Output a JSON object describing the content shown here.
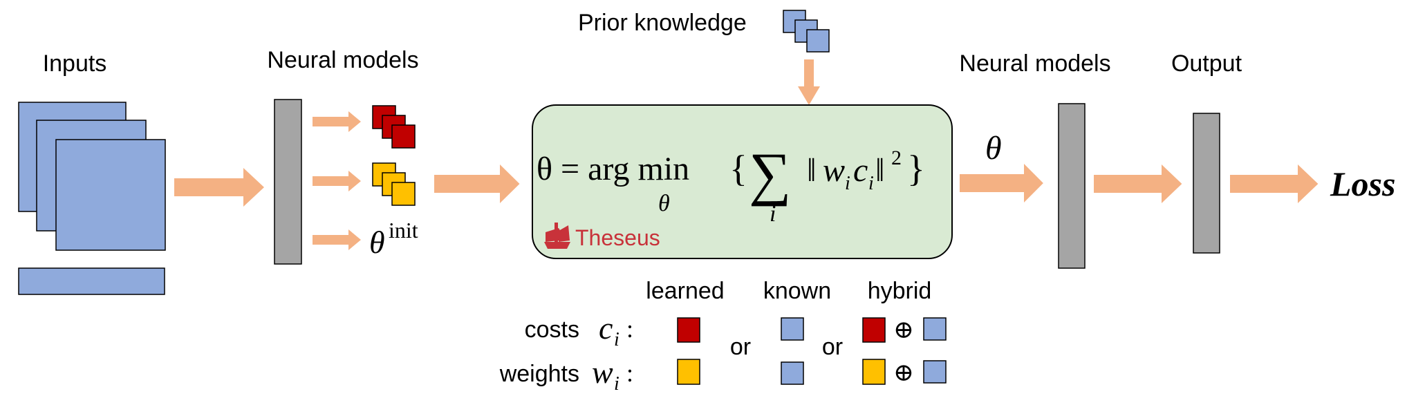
{
  "labels": {
    "inputs": "Inputs",
    "neural_models_left": "Neural models",
    "prior_knowledge": "Prior knowledge",
    "neural_models_right": "Neural models",
    "output": "Output",
    "loss": "Loss"
  },
  "math": {
    "theta_init_base": "θ",
    "theta_init_sup": "init",
    "theta_out": "θ",
    "eq_lhs": "θ = arg min",
    "eq_sub": "θ",
    "eq_brace_open": "{",
    "eq_sum": "∑",
    "eq_sum_index": "i",
    "eq_norm_open": "‖",
    "eq_w": "w",
    "eq_c": "c",
    "eq_i": "i",
    "eq_norm_close": "‖",
    "eq_sq": "2",
    "eq_brace_close": "}"
  },
  "brand": {
    "name": "Theseus",
    "color": "#c8323a"
  },
  "legend": {
    "headers": [
      "learned",
      "known",
      "hybrid"
    ],
    "rows": [
      {
        "label": "costs",
        "symbol": "c",
        "sub": "i",
        "colon": ":"
      },
      {
        "label": "weights",
        "symbol": "w",
        "sub": "i",
        "colon": ":"
      }
    ],
    "or": "or",
    "oplus": "⊕"
  },
  "colors": {
    "arrow": "#f4b183",
    "blue_square": "#8faadc",
    "red_square": "#c00000",
    "yellow_square": "#ffc000",
    "gray_bar": "#a5a5a5",
    "optimizer_fill": "#d9ead3",
    "stroke": "#000000"
  }
}
